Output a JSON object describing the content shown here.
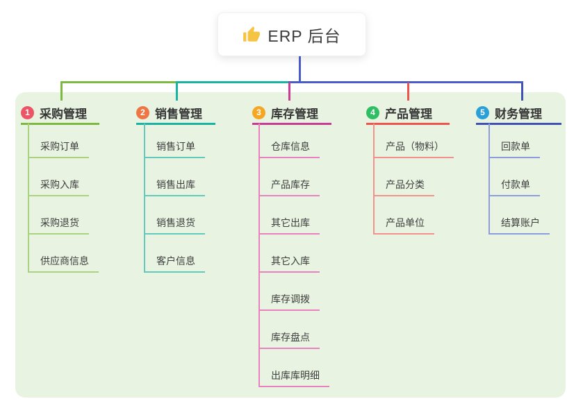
{
  "root": {
    "title": "ERP 后台",
    "icon": "thumbs-up-icon"
  },
  "colors": {
    "root_line": "#4a5ac8",
    "panel_bg": "#e8f4e1"
  },
  "branches": [
    {
      "badge": "1",
      "label": "采购管理",
      "badge_color": "#ec5565",
      "line_color": "#7cb93e",
      "child_line_color": "#a9d37f",
      "children": [
        "采购订单",
        "采购入库",
        "采购退货",
        "供应商信息"
      ]
    },
    {
      "badge": "2",
      "label": "销售管理",
      "badge_color": "#ee7644",
      "line_color": "#17b3a3",
      "child_line_color": "#63c9bd",
      "children": [
        "销售订单",
        "销售出库",
        "销售退货",
        "客户信息"
      ]
    },
    {
      "badge": "3",
      "label": "库存管理",
      "badge_color": "#f5a623",
      "line_color": "#cb3a94",
      "child_line_color": "#e881bd",
      "children": [
        "仓库信息",
        "产品库存",
        "其它出库",
        "其它入库",
        "库存调拨",
        "库存盘点",
        "出库库明细"
      ]
    },
    {
      "badge": "4",
      "label": "产品管理",
      "badge_color": "#2fbe63",
      "line_color": "#f0534b",
      "child_line_color": "#f4918c",
      "children": [
        "产品（物料）",
        "产品分类",
        "产品单位"
      ]
    },
    {
      "badge": "5",
      "label": "财务管理",
      "badge_color": "#2b9fd8",
      "line_color": "#3f51b5",
      "child_line_color": "#8c9cdd",
      "children": [
        "回款单",
        "付款单",
        "结算账户"
      ]
    }
  ]
}
